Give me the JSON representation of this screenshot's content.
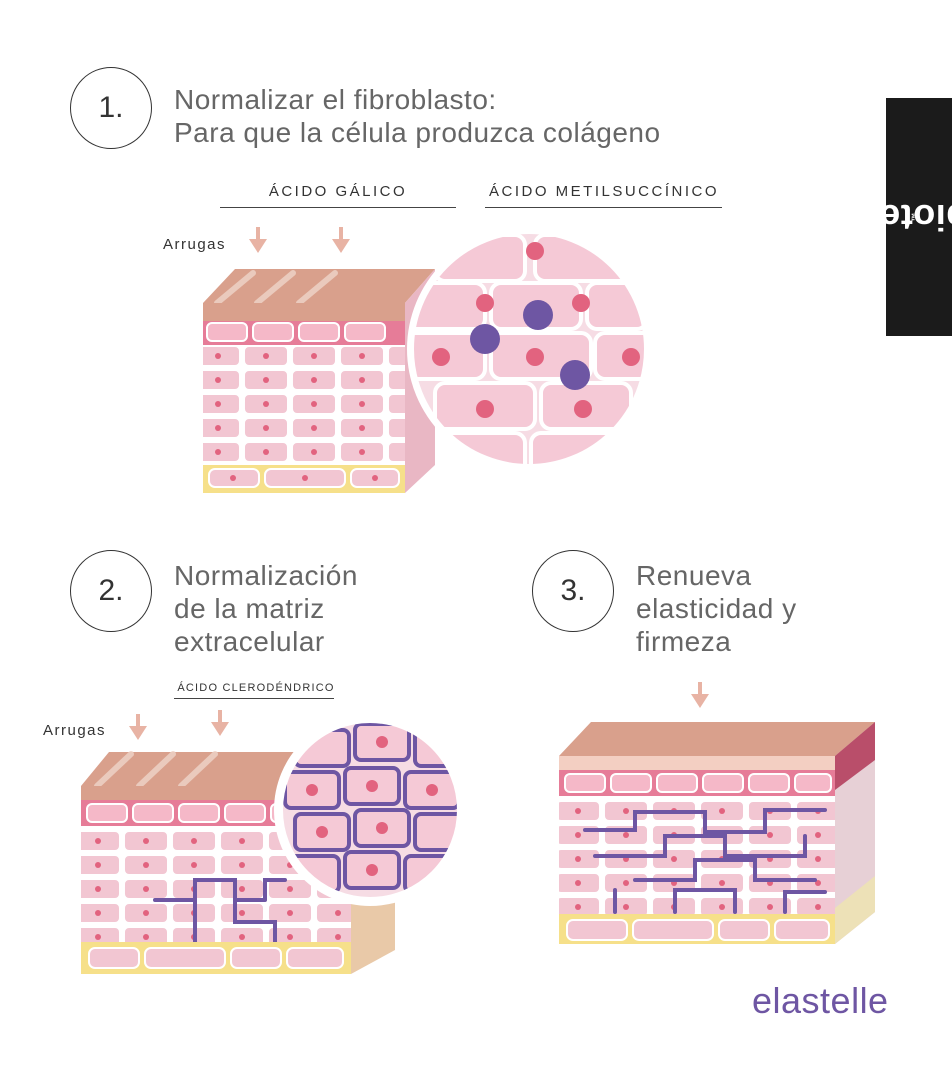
{
  "steps": [
    {
      "number": "1.",
      "title": "Normalizar el fibroblasto:\nPara que la célula produzca colágeno"
    },
    {
      "number": "2.",
      "title": "Normalización\nde la matriz\nextracelular"
    },
    {
      "number": "3.",
      "title": "Renueva\nelasticidad y\nfirmeza"
    }
  ],
  "labels": {
    "acido_galico": "ÁCIDO GÁLICO",
    "acido_metilsuccinico": "ÁCIDO METILSUCCÍNICO",
    "acido_clerodendrico": "ÁCIDO CLERODÉNDRICO",
    "arrugas_1": "Arrugas",
    "arrugas_2": "Arrugas"
  },
  "brand": {
    "tab": "inbiotech",
    "tab_mark": "™",
    "logo": "elastelle"
  },
  "colors": {
    "accent_purple": "#6e56a3",
    "skin_top": "#d9a08c",
    "cell_pink": "#f2c6d2",
    "nucleus": "#e2637f",
    "fat_yellow": "#f6e08a",
    "arrow": "#e8b3a4"
  }
}
